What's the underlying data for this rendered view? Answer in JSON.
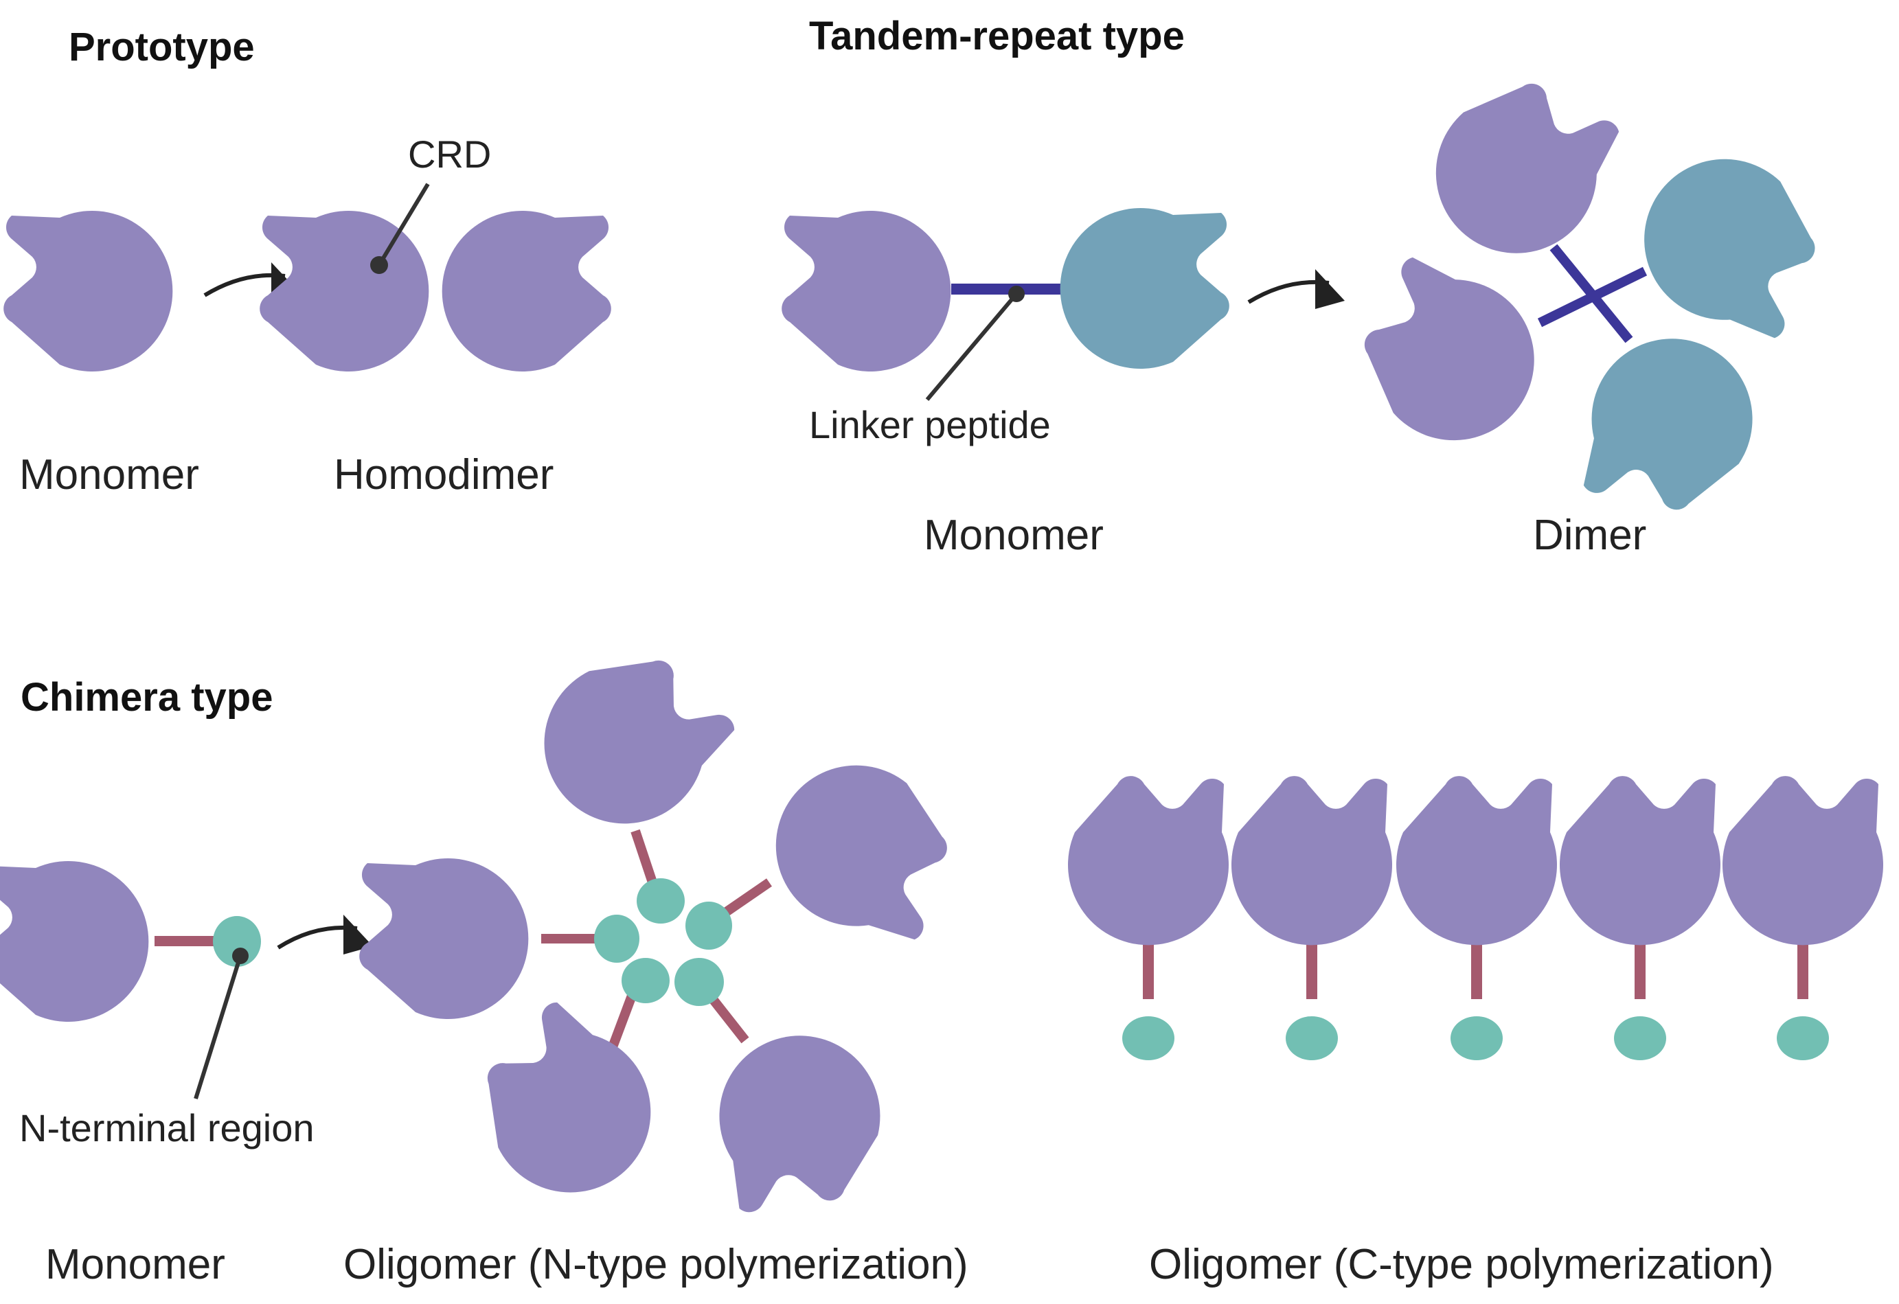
{
  "colors": {
    "crd_purple": "#9186BD",
    "crd_blue": "#73A2B8",
    "linker_navy": "#3C3699",
    "linker_mauve": "#A55A6E",
    "nterm_teal": "#72BFB3",
    "ink": "#333333"
  },
  "prototype": {
    "title": "Prototype",
    "crd_label": "CRD",
    "monomer_label": "Monomer",
    "homodimer_label": "Homodimer"
  },
  "tandem": {
    "title": "Tandem-repeat type",
    "linker_label": "Linker peptide",
    "monomer_label": "Monomer",
    "dimer_label": "Dimer"
  },
  "chimera": {
    "title": "Chimera type",
    "nterminal_label": "N-terminal region",
    "monomer_label": "Monomer",
    "n_oligomer_label": "Oligomer (N-type polymerization)",
    "c_oligomer_label": "Oligomer (C-type polymerization)"
  },
  "icons": [
    "crd-pacman-icon",
    "arrow-icon",
    "linker-bar-icon",
    "n-terminal-blob-icon"
  ]
}
